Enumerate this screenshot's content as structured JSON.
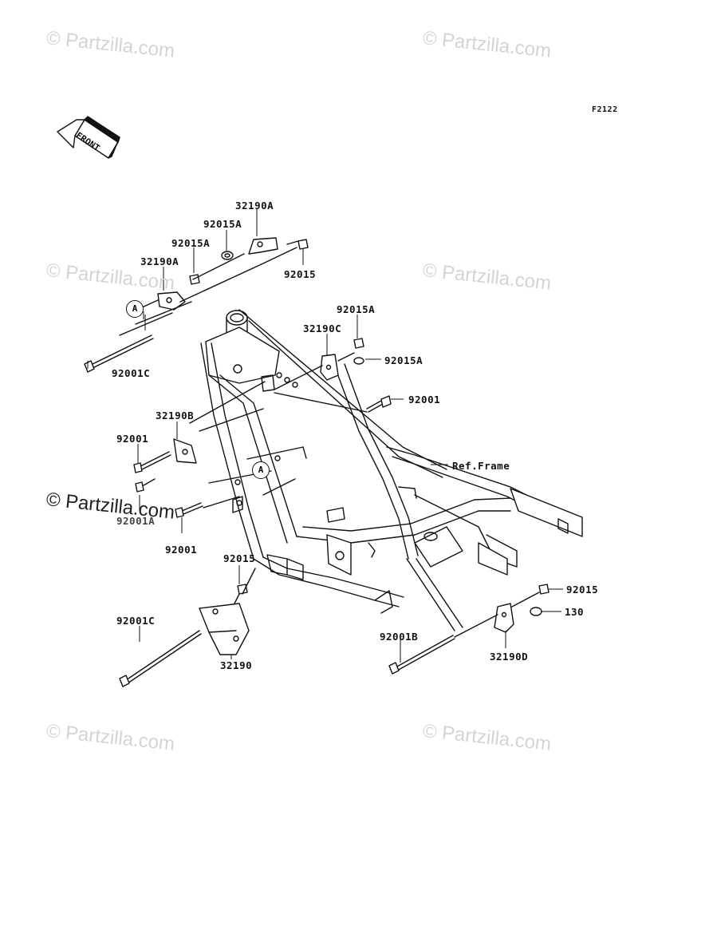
{
  "diagram_code": "F2122",
  "front_label": "FRONT",
  "watermarks": [
    "© Partzilla.com",
    "© Partzilla.com",
    "© Partzilla.com",
    "© Partzilla.com",
    "© Partzilla.com",
    "© Partzilla.com"
  ],
  "main_watermark": "© Partzilla.com",
  "callouts": {
    "a1": "A",
    "a2": "A"
  },
  "labels": {
    "top_bracket_right": "32190A",
    "top_washer_right": "92015A",
    "top_nut_right": "92015",
    "top_washer_left": "92015A",
    "top_bracket_left": "32190A",
    "top_long_bolt": "92001C",
    "mid_nut_upper": "92015A",
    "mid_bracket_c": "32190C",
    "mid_nut_lower": "92015A",
    "mid_bolt_right": "92001",
    "left_bracket_b": "32190B",
    "left_bolt_upper": "92001",
    "left_bolt_partial": "92001A",
    "left_bolt_lower": "92001",
    "ref_frame": "Ref.Frame",
    "lower_nut": "92015",
    "lower_long_bolt": "92001C",
    "lower_bracket": "32190",
    "right_nut": "92015",
    "right_cap": "130",
    "right_long_bolt": "92001B",
    "right_bracket_d": "32190D"
  }
}
